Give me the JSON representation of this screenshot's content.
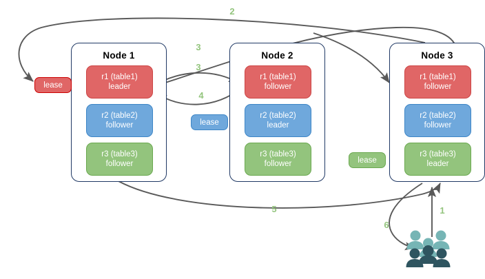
{
  "diagram": {
    "title": "raft-lease-replication-diagram",
    "background": "#ffffff",
    "colors": {
      "red": "#e06666",
      "red_border": "#cc4444",
      "blue": "#6fa8dc",
      "blue_border": "#3d85c6",
      "green": "#93c47d",
      "green_border": "#6aa84f",
      "node_border": "#1f3864",
      "edge": "#595959",
      "step_label": "#93c47d",
      "users_light": "#76b5b5",
      "users_dark": "#2f5560"
    }
  },
  "nodes": [
    {
      "id": "node1",
      "title": "Node 1",
      "replicas": [
        {
          "name": "r1 (table1)",
          "role": "leader",
          "color": "red"
        },
        {
          "name": "r2 (table2)",
          "role": "follower",
          "color": "blue"
        },
        {
          "name": "r3 (table3)",
          "role": "follower",
          "color": "green"
        }
      ]
    },
    {
      "id": "node2",
      "title": "Node 2",
      "replicas": [
        {
          "name": "r1 (table1)",
          "role": "follower",
          "color": "red"
        },
        {
          "name": "r2 (table2)",
          "role": "leader",
          "color": "blue"
        },
        {
          "name": "r3 (table3)",
          "role": "follower",
          "color": "green"
        }
      ]
    },
    {
      "id": "node3",
      "title": "Node 3",
      "replicas": [
        {
          "name": "r1 (table1)",
          "role": "follower",
          "color": "red"
        },
        {
          "name": "r2 (table2)",
          "role": "follower",
          "color": "blue"
        },
        {
          "name": "r3 (table3)",
          "role": "leader",
          "color": "green"
        }
      ]
    }
  ],
  "leases": [
    {
      "id": "lease-table1",
      "label": "lease",
      "color": "red"
    },
    {
      "id": "lease-table2",
      "label": "lease",
      "color": "blue"
    },
    {
      "id": "lease-table3",
      "label": "lease",
      "color": "green"
    }
  ],
  "steps": [
    {
      "id": "step-1",
      "label": "1"
    },
    {
      "id": "step-2",
      "label": "2"
    },
    {
      "id": "step-3a",
      "label": "3"
    },
    {
      "id": "step-3b",
      "label": "3"
    },
    {
      "id": "step-4",
      "label": "4"
    },
    {
      "id": "step-5",
      "label": "5"
    },
    {
      "id": "step-6",
      "label": "6"
    }
  ],
  "actor": {
    "id": "users",
    "label": "users-group-icon"
  }
}
